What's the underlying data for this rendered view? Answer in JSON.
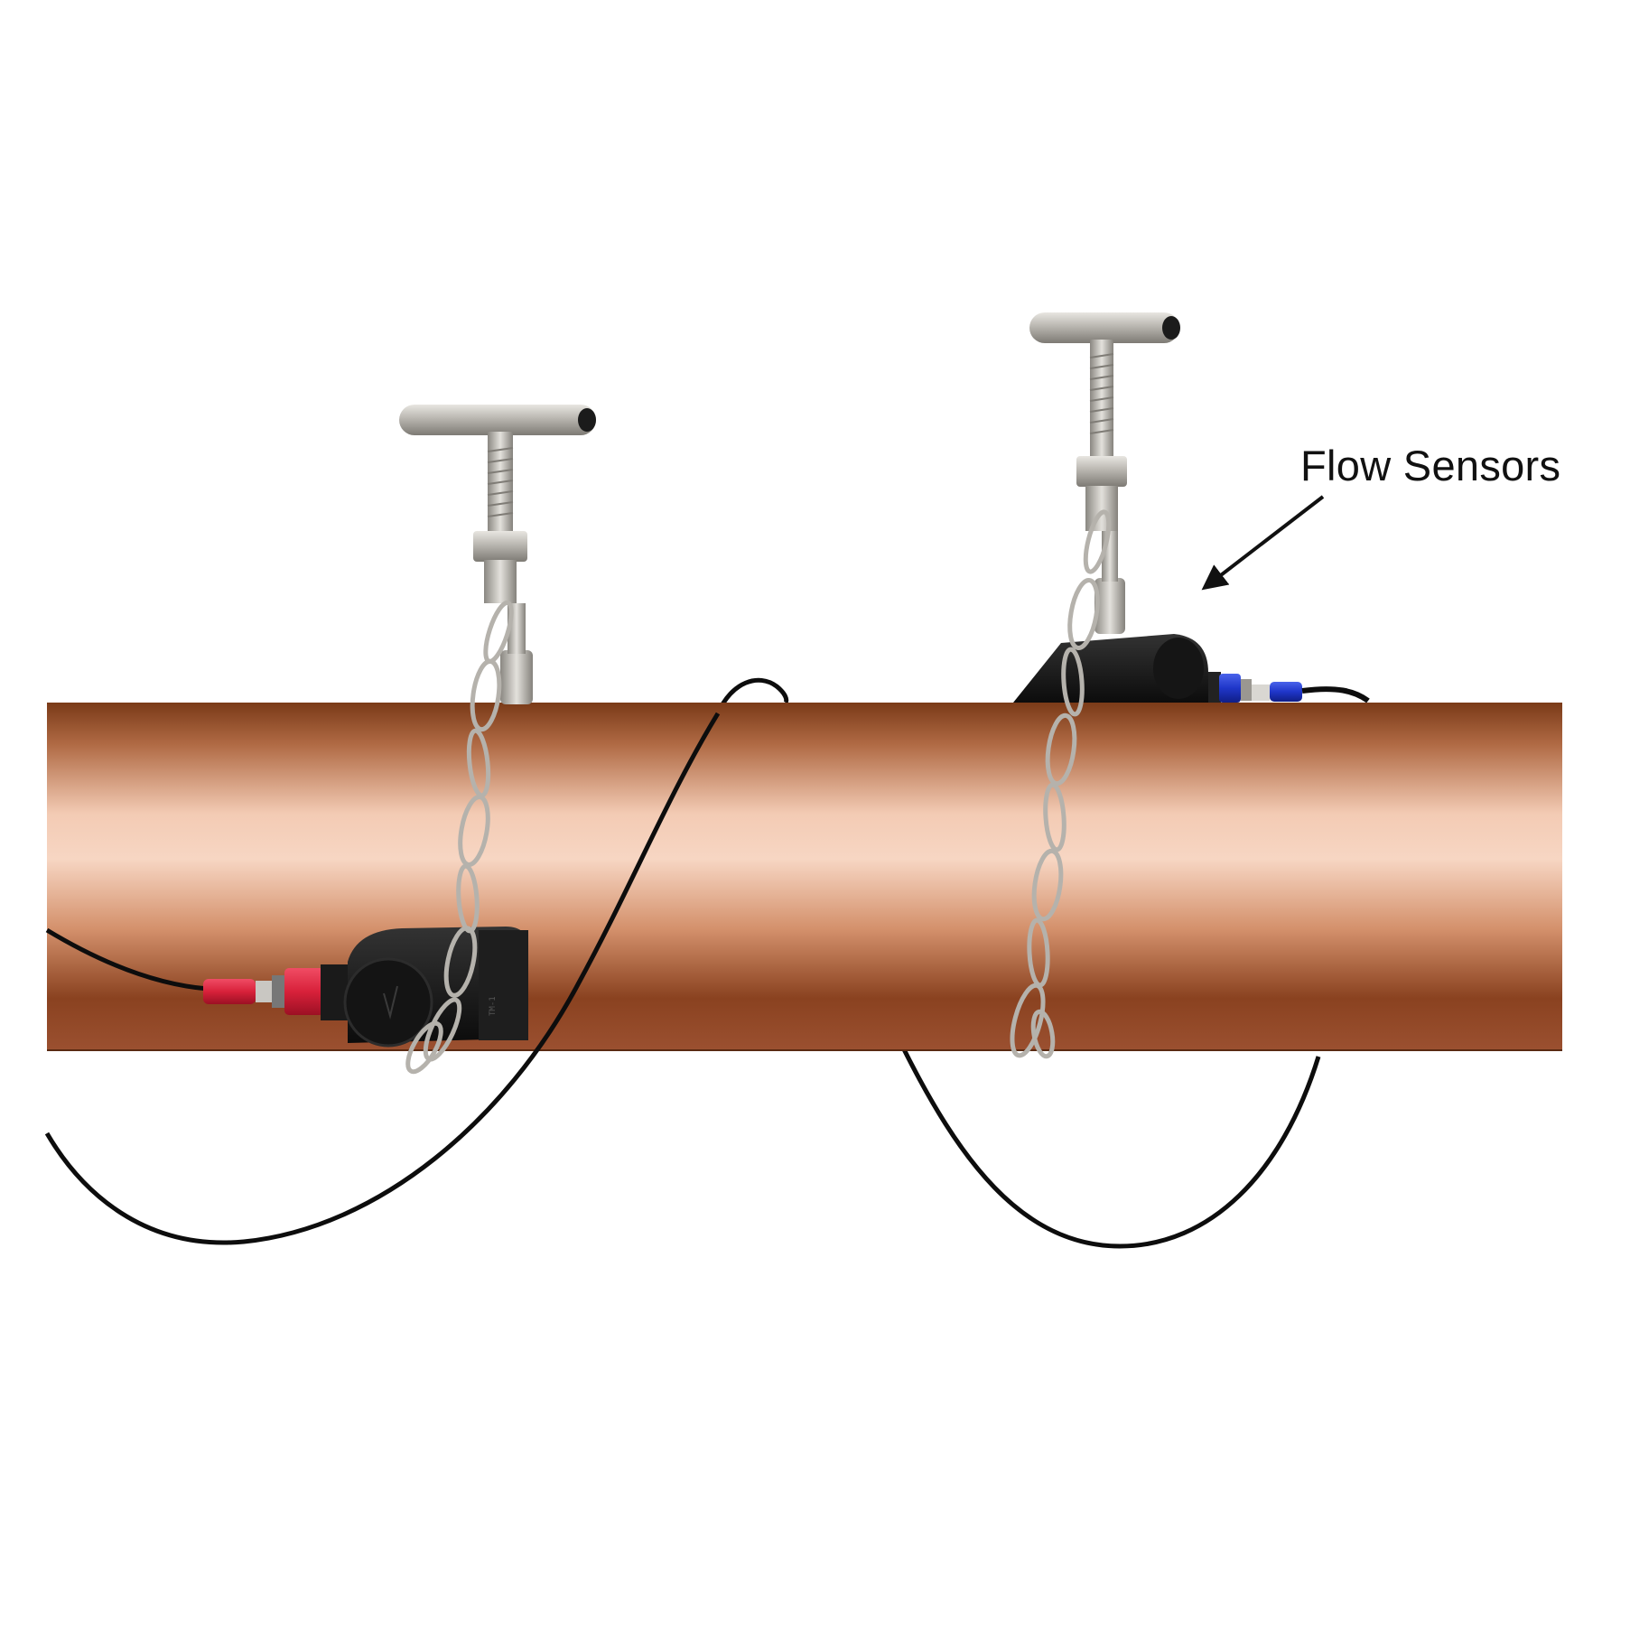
{
  "annotation": {
    "label": "Flow Sensors"
  },
  "colors": {
    "background": "#ffffff",
    "pipe_dark": "#7a3a18",
    "pipe_mid": "#c27e58",
    "pipe_light": "#f3cbb4",
    "cable": "#0d0d0d",
    "sensor_body": "#1c1c1c",
    "connector_red": "#d8213a",
    "connector_blue": "#1f36c9",
    "steel": "#c9c7c2"
  },
  "objects": {
    "pipe": "copper-pipe",
    "left_sensor": "clamp-on-transducer",
    "right_sensor": "clamp-on-transducer",
    "clamps": "t-handle-chain-clamp"
  }
}
